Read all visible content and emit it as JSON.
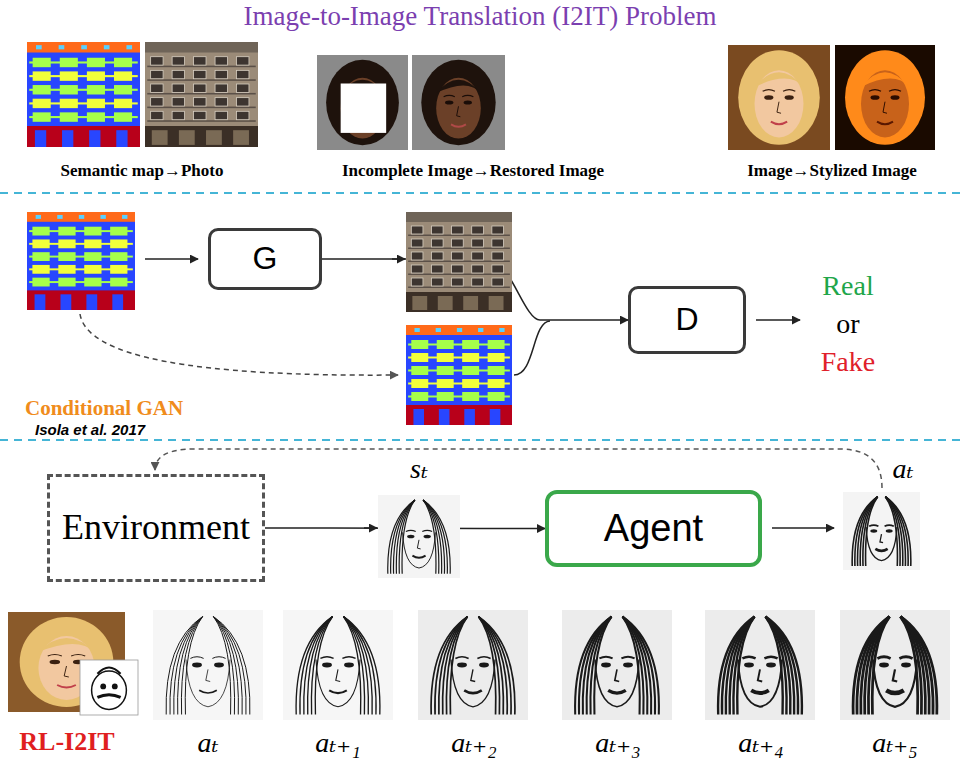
{
  "diagram": {
    "title": "Image-to-Image Translation (I2IT) Problem",
    "nodes": [
      {
        "text": [
          "G"
        ]
      },
      {
        "text": [
          "D"
        ]
      },
      {
        "text": [
          "Environment"
        ]
      },
      {
        "text": [
          "Agent"
        ]
      }
    ],
    "edges": [
      {
        "from": 0,
        "to": 1,
        "arrow": "to"
      },
      {
        "from": 2,
        "to": 3,
        "arrow": "to"
      }
    ],
    "labels": [
      "Semantic map→Photo",
      "Incomplete Image→Restored Image",
      "Image→Stylized Image",
      "Real",
      "or",
      "Fake",
      "Conditional GAN",
      "Isola et al. 2017",
      "sₜ",
      "aₜ",
      "RL-I2IT",
      "aₜ",
      "aₜ₊₁",
      "aₜ₊₂",
      "aₜ₊₃",
      "aₜ₊₄",
      "aₜ₊₅"
    ]
  }
}
